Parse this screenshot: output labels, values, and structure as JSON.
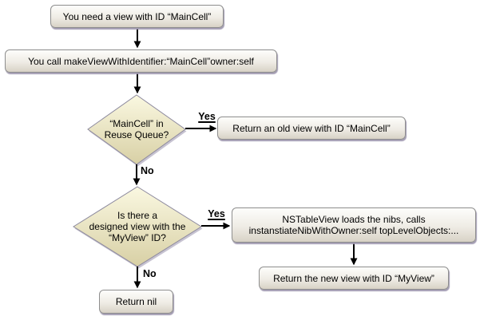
{
  "colors": {
    "background": "#ffffff",
    "box_fill_top": "#fdfdfb",
    "box_fill_bottom": "#d8d2c6",
    "box_border": "#8e8e8e",
    "diamond_fill_top": "#faf8e1",
    "diamond_fill_bottom": "#d8d0a5",
    "diamond_border": "#8d8a9e",
    "shadow": "#a29bb2",
    "arrow": "#000000",
    "text": "#000000"
  },
  "nodes": {
    "need_view": "You need a view with ID “MainCell”",
    "make_view": "You call makeViewWithIdentifier:“MainCell”owner:self",
    "reuse_queue": "“MainCell” in\nReuse Queue?",
    "return_old": "Return an old view with ID “MainCell”",
    "designed_view": "Is there a\ndesigned view with the\n“MyView” ID?",
    "loads_nibs": "NSTableView loads the nibs, calls\ninstanstiateNibWithOwner:self topLevelObjects:...",
    "return_new": "Return the new view with ID “MyView”",
    "return_nil": "Return nil"
  },
  "labels": {
    "yes1": "Yes",
    "no1": "No",
    "yes2": "Yes",
    "no2": "No"
  }
}
